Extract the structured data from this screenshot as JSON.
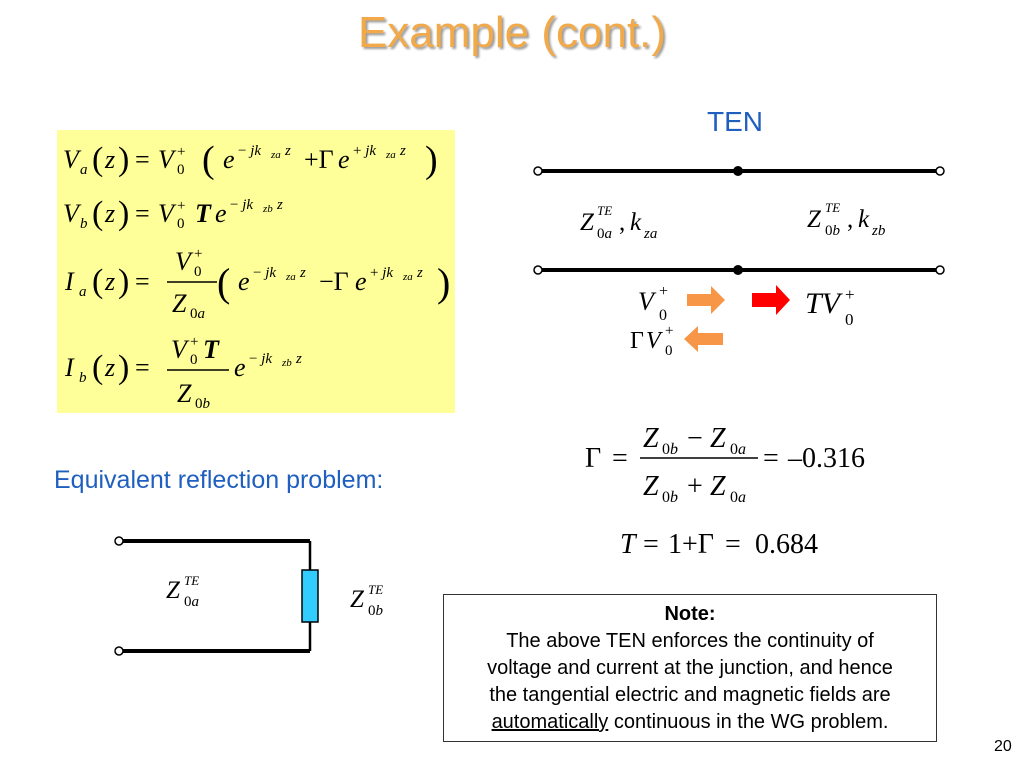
{
  "title": "Example (cont.)",
  "ten_label": "TEN",
  "equivalent_label": "Equivalent  reflection problem:",
  "note": {
    "title": "Note:",
    "line1": "The above TEN enforces the continuity of",
    "line2": "voltage and current at the junction, and hence",
    "line3": "the tangential electric and magnetic fields are",
    "line4_underlined": "automatically",
    "line4_rest": " continuous in the WG problem."
  },
  "gamma_value": "0.316",
  "transmission_value": "0.684",
  "page_number": "20",
  "colors": {
    "title": "#f1a94a",
    "equation_box": "#ffff99",
    "blue_text": "#1f5fbf",
    "orange_arrow": "#f79646",
    "red_arrow": "#ff0000",
    "resistor_fill": "#33ccff"
  }
}
